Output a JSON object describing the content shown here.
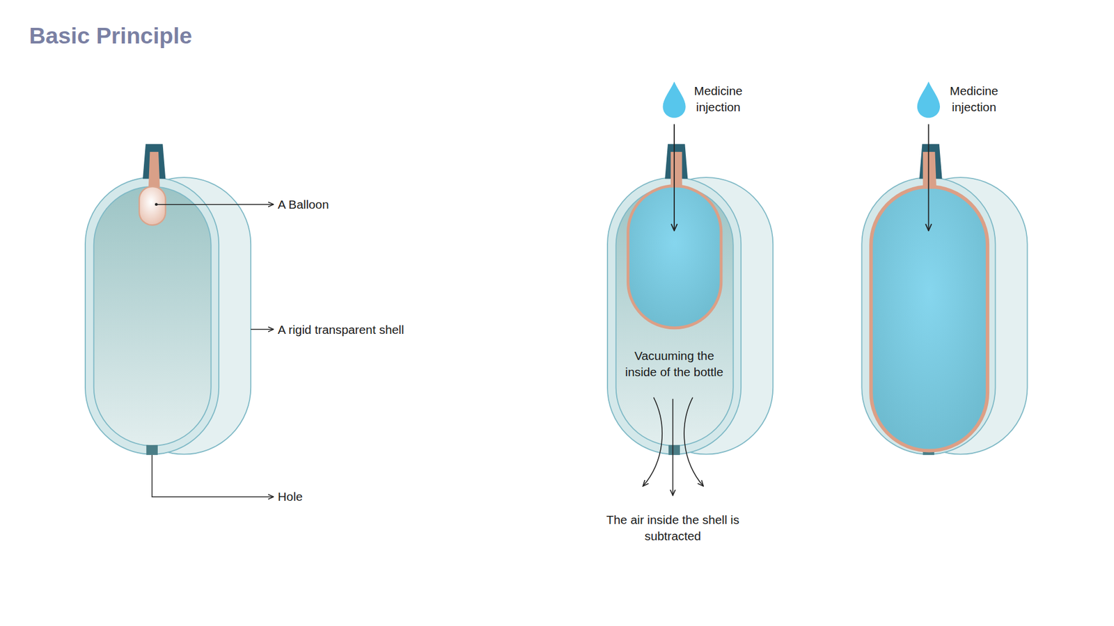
{
  "diagram": {
    "title": "Basic Principle",
    "labels": [
      "A Balloon",
      "A rigid transparent shell",
      "Hole",
      "Medicine injection",
      "Vacuuming the inside of the bottle",
      "The air inside the shell is subtracted",
      "Medicine injection"
    ]
  }
}
